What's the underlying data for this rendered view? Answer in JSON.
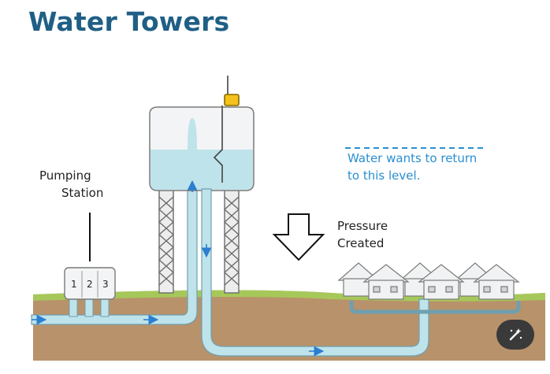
{
  "title": "Water Towers",
  "labels": {
    "pumping_station_line1": "Pumping",
    "pumping_station_line2": "Station",
    "pressure_line1": "Pressure",
    "pressure_line2": "Created",
    "water_note_line1": "Water wants to return",
    "water_note_line2": "to this level."
  },
  "pump_units": [
    "1",
    "2",
    "3"
  ],
  "colors": {
    "title": "#1f5f86",
    "water": "#bfe3ea",
    "ground": "#b8926a",
    "grass": "#a6c85a",
    "flow_arrow": "#2a7fd0"
  },
  "action_button": {
    "icon": "magic-wand-icon"
  }
}
